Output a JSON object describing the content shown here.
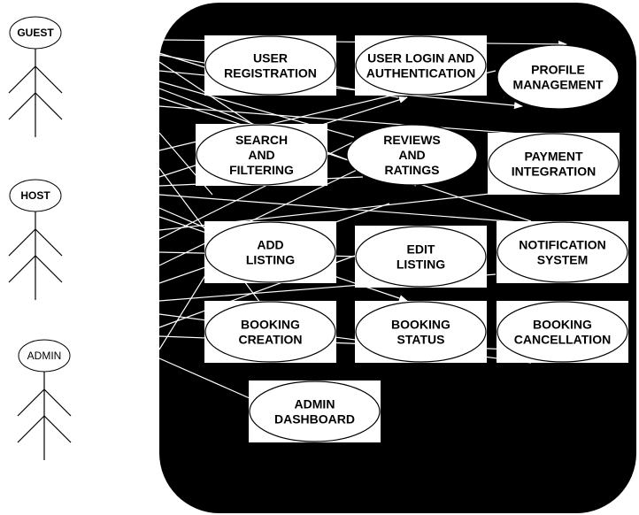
{
  "actors": [
    {
      "id": "guest",
      "label": "GUEST"
    },
    {
      "id": "host",
      "label": "HOST"
    },
    {
      "id": "admin",
      "label": "ADMIN"
    }
  ],
  "use_cases": [
    {
      "id": "user-registration",
      "lines": [
        "USER",
        "REGISTRATION"
      ]
    },
    {
      "id": "user-login",
      "lines": [
        "USER LOGIN AND",
        "AUTHENTICATION"
      ]
    },
    {
      "id": "profile-management",
      "lines": [
        "PROFILE",
        "MANAGEMENT"
      ]
    },
    {
      "id": "search-filtering",
      "lines": [
        "SEARCH",
        "AND",
        "FILTERING"
      ]
    },
    {
      "id": "reviews-ratings",
      "lines": [
        "REVIEWS",
        "AND",
        "RATINGS"
      ]
    },
    {
      "id": "payment-integration",
      "lines": [
        "PAYMENT",
        "INTEGRATION"
      ]
    },
    {
      "id": "add-listing",
      "lines": [
        "ADD",
        "LISTING"
      ]
    },
    {
      "id": "edit-listing",
      "lines": [
        "EDIT",
        "LISTING"
      ]
    },
    {
      "id": "notification-system",
      "lines": [
        "NOTIFICATION",
        "SYSTEM"
      ]
    },
    {
      "id": "booking-creation",
      "lines": [
        "BOOKING",
        "CREATION"
      ]
    },
    {
      "id": "booking-status",
      "lines": [
        "BOOKING",
        "STATUS"
      ]
    },
    {
      "id": "booking-cancellation",
      "lines": [
        "BOOKING",
        "CANCELLATION"
      ]
    },
    {
      "id": "admin-dashboard",
      "lines": [
        "ADMIN",
        "DASHBOARD"
      ]
    }
  ]
}
